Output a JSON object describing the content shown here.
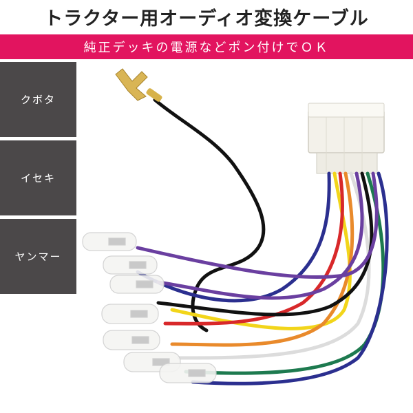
{
  "title": "トラクター用オーディオ変換ケーブル",
  "banner": "純正デッキの電源などポン付けでＯＫ",
  "brands": [
    "クボタ",
    "イセキ",
    "ヤンマー"
  ],
  "colors": {
    "banner": "#e2145f",
    "brand_tile": "#4b4849",
    "wires": [
      "#111111",
      "#6a3fa0",
      "#f2d51a",
      "#d8282a",
      "#e98a2b",
      "#ffffff",
      "#2b2f8f",
      "#1d7a4f"
    ]
  }
}
